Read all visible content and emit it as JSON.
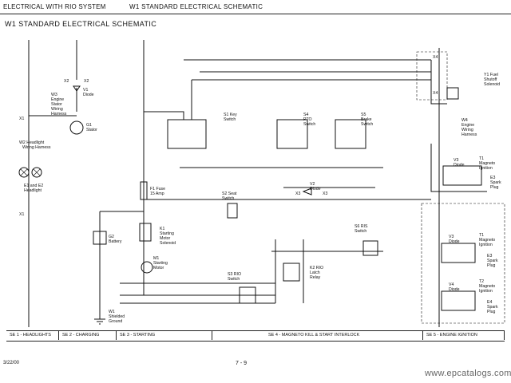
{
  "header": {
    "left": "ELECTRICAL WITH RIO SYSTEM",
    "center": "W1 STANDARD ELECTRICAL SCHEMATIC"
  },
  "title": "W1 STANDARD ELECTRICAL SCHEMATIC",
  "components": {
    "x1": "X1",
    "w2": "W2 Headlight\nWiring Harness",
    "e1e2": "E1 and E2\nHeadlight",
    "x1b": "X1",
    "w3": "W3\nEngine\nStator\nWiring\nHarness",
    "x2a": "X2",
    "x2b": "X2",
    "v1": "V1\nDiode",
    "g1": "G1\nStator",
    "s1": "S1 Key\nSwitch",
    "s4": "S4\nPTO\nSwitch",
    "s5": "S5\nBrake\nSwitch",
    "f1": "F1 Fuse\n15 Amp",
    "s2": "S2 Seat\nSwitch",
    "v2": "V2\nDiode",
    "x3a": "X3",
    "x3b": "X3",
    "k1": "K1\nStarting\nMotor\nSolenoid",
    "g2": "G2\nBattery",
    "m1": "M1\nStarting\nMotor",
    "s3": "S3 RIO\nSwitch",
    "k2": "K2 RIO\nLatch\nRelay",
    "s6": "S6 RIS\nSwitch",
    "w1": "W1\nShielded\nGround",
    "x4a": "X4",
    "x4b": "X4",
    "y1": "Y1 Fuel\nShutoff\nSolenoid",
    "w4": "W4\nEngine\nWiring\nHarness",
    "v3": "V3\nDiode",
    "t1": "T1\nMagneto\nIgnition",
    "e3": "E3\nSpark\nPlug",
    "v3b": "V3\nDiode",
    "t1b": "T1\nMagneto\nIgnition",
    "e3b": "E3\nSpark\nPlug",
    "v4": "V4\nDiode",
    "t2": "T2\nMagneto\nIgnition",
    "e4": "E4\nSpark\nPlug"
  },
  "sections": [
    "SE 1 - HEADLIGHTS",
    "SE 2 - CHARGING",
    "SE 3 - STARTING",
    "SE 4 - MAGNETO KILL & START INTERLOCK",
    "SE 5 - ENGINE IGNITION"
  ],
  "footer": {
    "date": "3/22/00",
    "page": "7 - 9",
    "watermark": "www.epcatalogs.com"
  }
}
